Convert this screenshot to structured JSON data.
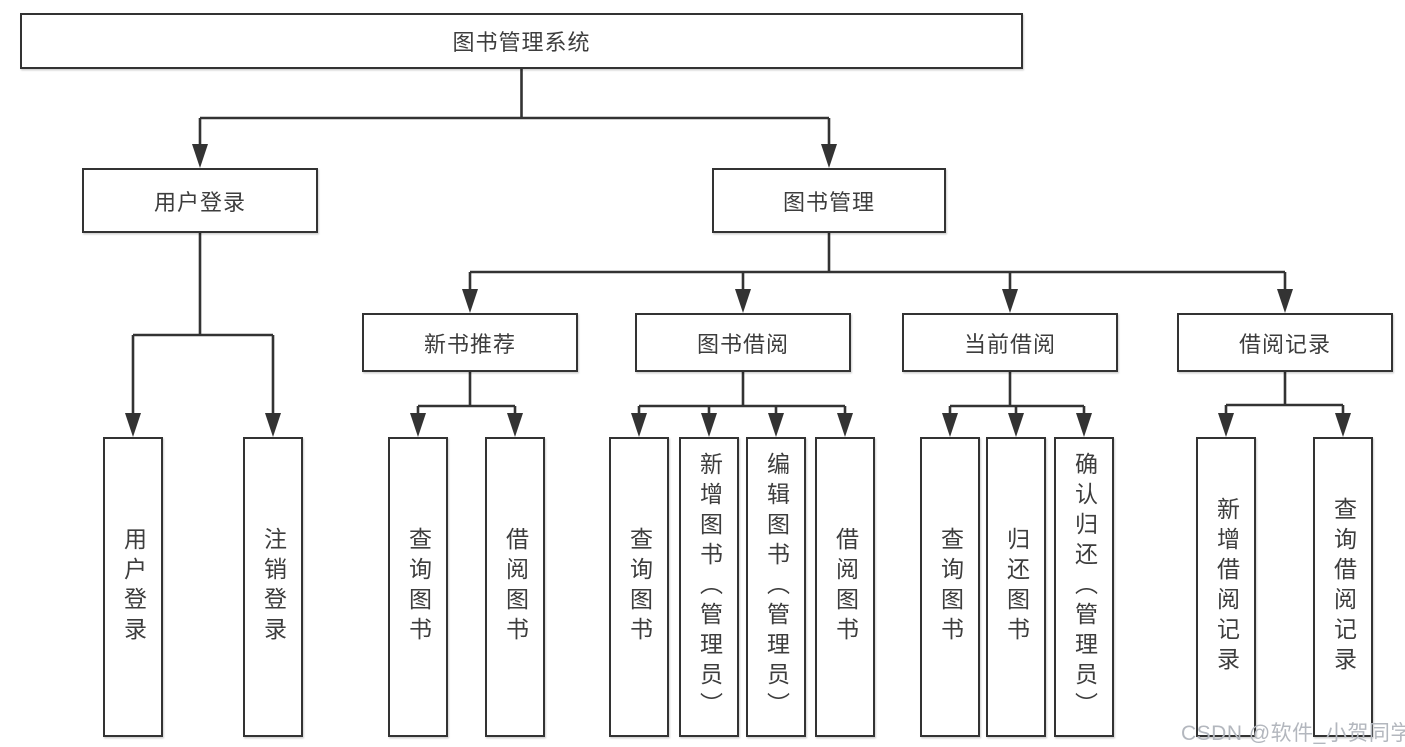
{
  "diagram": {
    "root": "图书管理系统",
    "level2": {
      "user_login": "用户登录",
      "book_management": "图书管理"
    },
    "user_login_children": {
      "user_login": "用户登录",
      "logout": "注销登录"
    },
    "book_management_children": {
      "new_book_recommend": "新书推荐",
      "book_borrowing": "图书借阅",
      "current_borrowing": "当前借阅",
      "borrowing_records": "借阅记录"
    },
    "new_book_recommend_children": {
      "query_books": "查询图书",
      "borrow_books": "借阅图书"
    },
    "book_borrowing_children": {
      "query_books": "查询图书",
      "add_books_admin": "新增图书（管理员）",
      "edit_books_admin": "编辑图书（管理员）",
      "borrow_books": "借阅图书"
    },
    "current_borrowing_children": {
      "query_books": "查询图书",
      "return_books": "归还图书",
      "confirm_return_admin": "确认归还（管理员）"
    },
    "borrowing_records_children": {
      "add_borrow_record": "新增借阅记录",
      "query_borrow_record": "查询借阅记录"
    }
  },
  "watermark": {
    "text": "CSDN @软件_小贺同学",
    "color": "#b3b7be"
  },
  "colors": {
    "line": "#333333",
    "box_border": "#333333",
    "text": "#3d3d3d",
    "background": "#ffffff"
  }
}
